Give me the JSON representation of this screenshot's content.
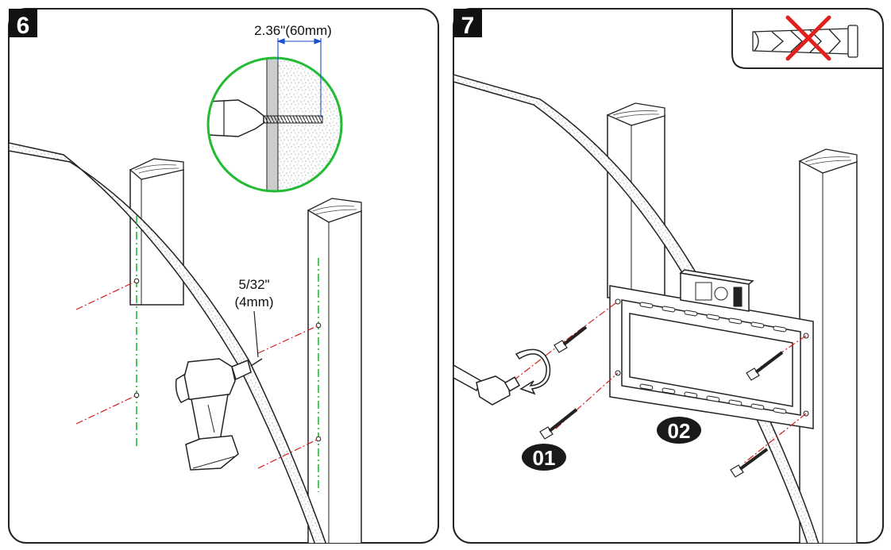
{
  "steps": [
    {
      "number": "6",
      "depth_label": "2.36\"(60mm)",
      "drill_bit_label_line1": "5/32\"",
      "drill_bit_label_line2": "(4mm)"
    },
    {
      "number": "7",
      "badge_bracket_part": "02",
      "badge_screw_part": "01",
      "anchor_not_used": true
    }
  ],
  "colors": {
    "guide_line": "#22bb33",
    "drill_line": "#d42020",
    "cross_out": "#e02020",
    "outline": "#222222"
  },
  "icons": [
    "power-drill-icon",
    "wrench-icon",
    "lag-bolt-icon",
    "wall-anchor-icon",
    "level-icon",
    "wall-plate-icon"
  ]
}
